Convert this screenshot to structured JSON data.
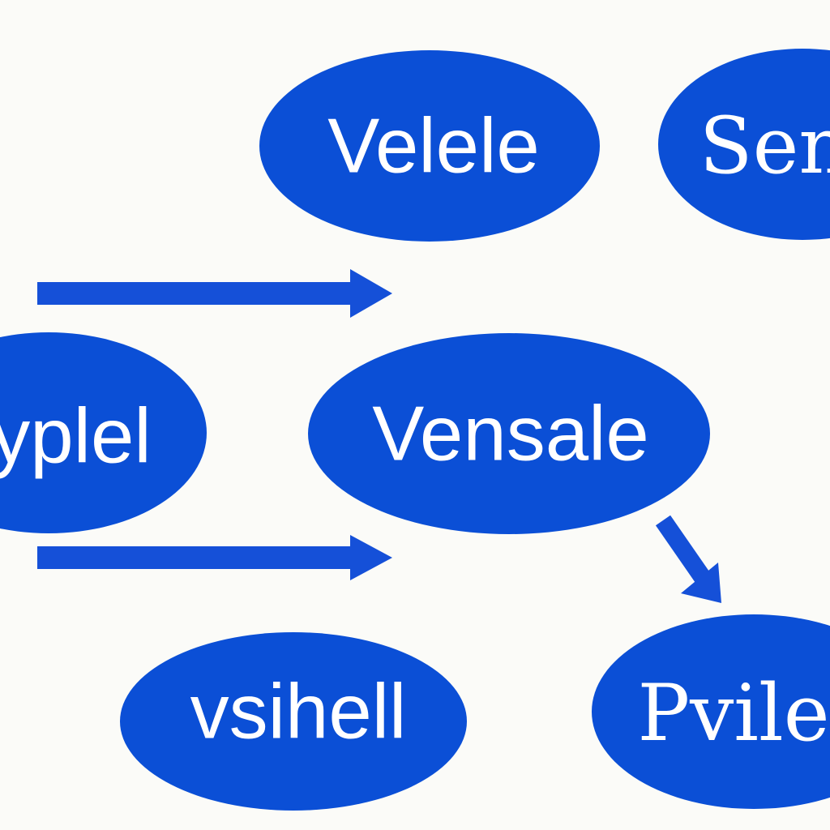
{
  "colors": {
    "background": "#fbfbf8",
    "node_fill": "#0b4fd6",
    "arrow": "#1550d8",
    "label": "#ffffff"
  },
  "nodes": {
    "top_center": {
      "label": "Velele"
    },
    "top_right": {
      "label": "Sen"
    },
    "middle_left": {
      "label": "yplel"
    },
    "middle_center": {
      "label": "Vensale"
    },
    "bottom_left": {
      "label": "vsihell"
    },
    "bottom_right": {
      "label": "Pvile"
    }
  },
  "edges": [
    {
      "from": "left-margin",
      "to": "top_center"
    },
    {
      "from": "middle_left",
      "to": "bottom_left"
    },
    {
      "from": "middle_center",
      "to": "bottom_right"
    }
  ]
}
